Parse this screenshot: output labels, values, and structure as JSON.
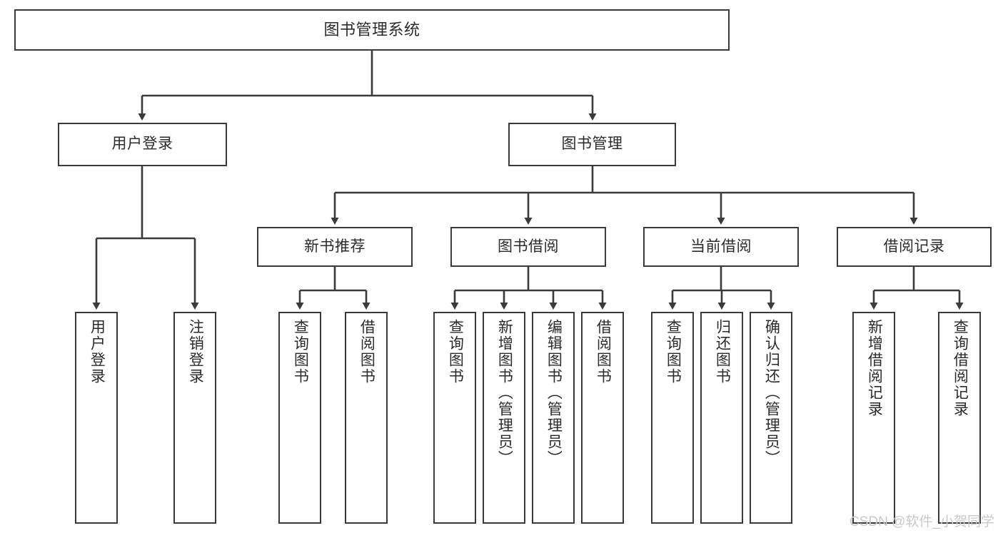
{
  "diagram": {
    "title": "图书管理系统",
    "type": "hierarchy-tree",
    "style": {
      "box_border_color": "#3a3a3a",
      "box_fill_color": "#ffffff",
      "edge_color": "#3a3a3a",
      "background_color": "#ffffff",
      "text_color": "#2b2b2b"
    },
    "nodes": {
      "root": {
        "label": "图书管理系统"
      },
      "level1": [
        {
          "label": "用户登录"
        },
        {
          "label": "图书管理"
        }
      ],
      "level2": [
        {
          "label": "新书推荐"
        },
        {
          "label": "图书借阅"
        },
        {
          "label": "当前借阅"
        },
        {
          "label": "借阅记录"
        }
      ],
      "leaves": {
        "user_login": [
          {
            "label": "用户登录"
          },
          {
            "label": "注销登录"
          }
        ],
        "new_book_recommend": [
          {
            "label": "查询图书"
          },
          {
            "label": "借阅图书"
          }
        ],
        "book_borrow": [
          {
            "label": "查询图书"
          },
          {
            "label": "新增图书（管理员）"
          },
          {
            "label": "编辑图书（管理员）"
          },
          {
            "label": "借阅图书"
          }
        ],
        "current_borrow": [
          {
            "label": "查询图书"
          },
          {
            "label": "归还图书"
          },
          {
            "label": "确认归还（管理员）"
          }
        ],
        "borrow_record": [
          {
            "label": "新增借阅记录"
          },
          {
            "label": "查询借阅记录"
          }
        ]
      }
    },
    "watermark": "CSDN @软件_小贺同学"
  }
}
